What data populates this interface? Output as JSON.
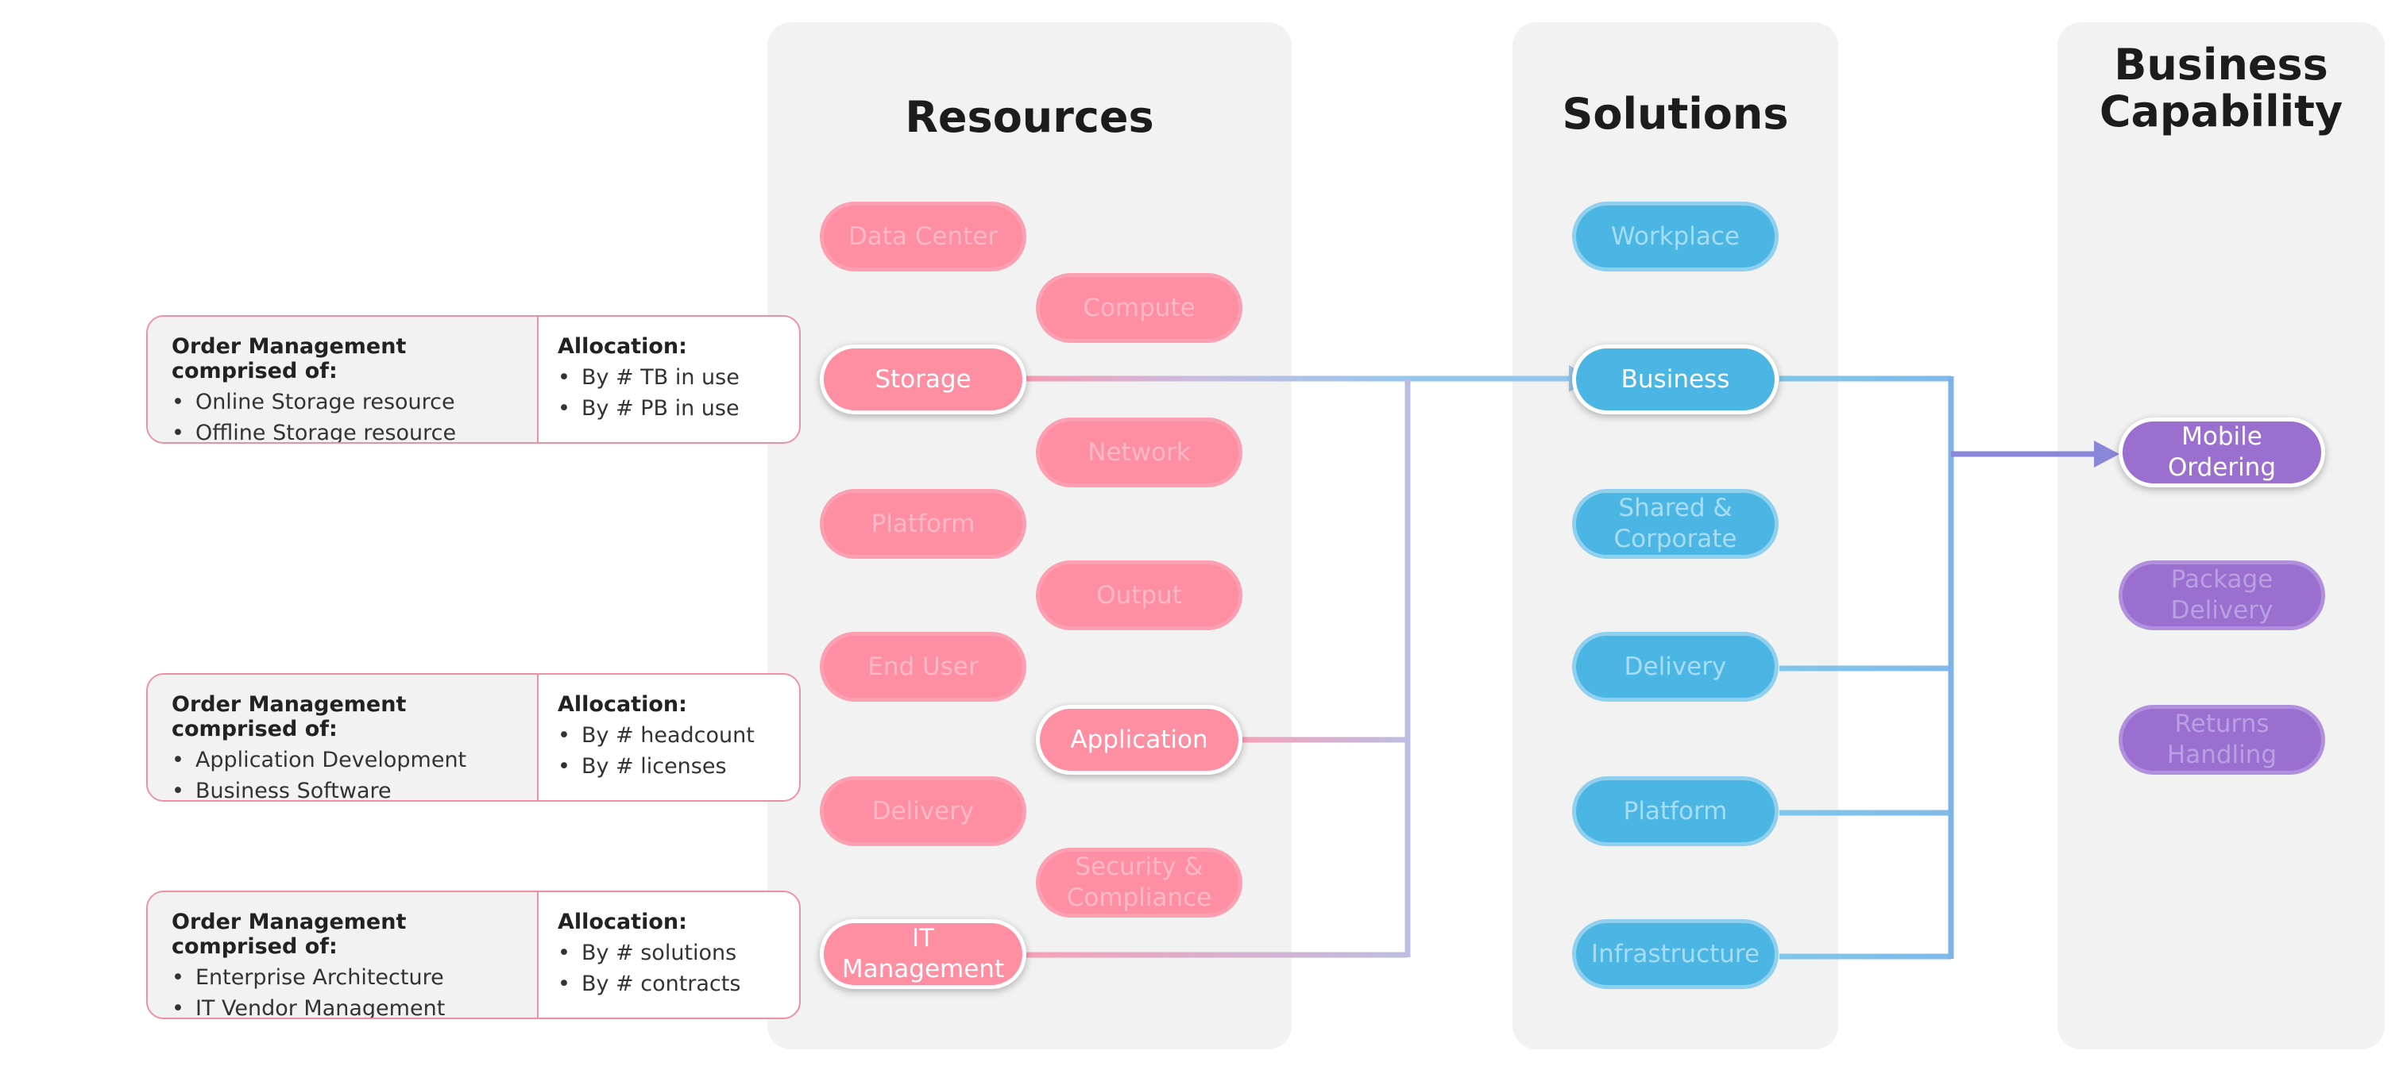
{
  "columns": {
    "resources": "Resources",
    "solutions": "Solutions",
    "capability": "Business\nCapability"
  },
  "resources": [
    {
      "label": "Data Center",
      "active": false
    },
    {
      "label": "Compute",
      "active": false
    },
    {
      "label": "Storage",
      "active": true
    },
    {
      "label": "Network",
      "active": false
    },
    {
      "label": "Platform",
      "active": false
    },
    {
      "label": "Output",
      "active": false
    },
    {
      "label": "End User",
      "active": false
    },
    {
      "label": "Application",
      "active": true
    },
    {
      "label": "Delivery",
      "active": false
    },
    {
      "label": "Security &\nCompliance",
      "active": false
    },
    {
      "label": "IT\nManagement",
      "active": true
    }
  ],
  "solutions": [
    {
      "label": "Workplace",
      "active": false
    },
    {
      "label": "Business",
      "active": true
    },
    {
      "label": "Shared &\nCorporate",
      "active": false
    },
    {
      "label": "Delivery",
      "active": false
    },
    {
      "label": "Platform",
      "active": false
    },
    {
      "label": "Infrastructure",
      "active": false
    }
  ],
  "capabilities": [
    {
      "label": "Mobile\nOrdering",
      "active": true
    },
    {
      "label": "Package\nDelivery",
      "active": false
    },
    {
      "label": "Returns\nHandling",
      "active": false
    }
  ],
  "info_boxes": [
    {
      "heading": "Order Management comprised of:",
      "items": [
        "Online Storage resource",
        "Offline Storage resource"
      ],
      "alloc_heading": "Allocation:",
      "alloc_items": [
        "By # TB in use",
        "By # PB in use"
      ]
    },
    {
      "heading": "Order Management comprised of:",
      "items": [
        "Application Development",
        "Business Software"
      ],
      "alloc_heading": "Allocation:",
      "alloc_items": [
        "By # headcount",
        "By # licenses"
      ]
    },
    {
      "heading": "Order Management comprised of:",
      "items": [
        "Enterprise Architecture",
        "IT Vendor Management"
      ],
      "alloc_heading": "Allocation:",
      "alloc_items": [
        "By # solutions",
        "By # contracts"
      ]
    }
  ],
  "colors": {
    "resource": "#fe8ea1",
    "solution": "#4bb6e3",
    "capability": "#9a6fd0",
    "connector_pink": "#f7a1b6",
    "connector_lavender": "#b9bde0",
    "connector_blue": "#7fb3e6",
    "arrow_purple": "#8a87db"
  }
}
